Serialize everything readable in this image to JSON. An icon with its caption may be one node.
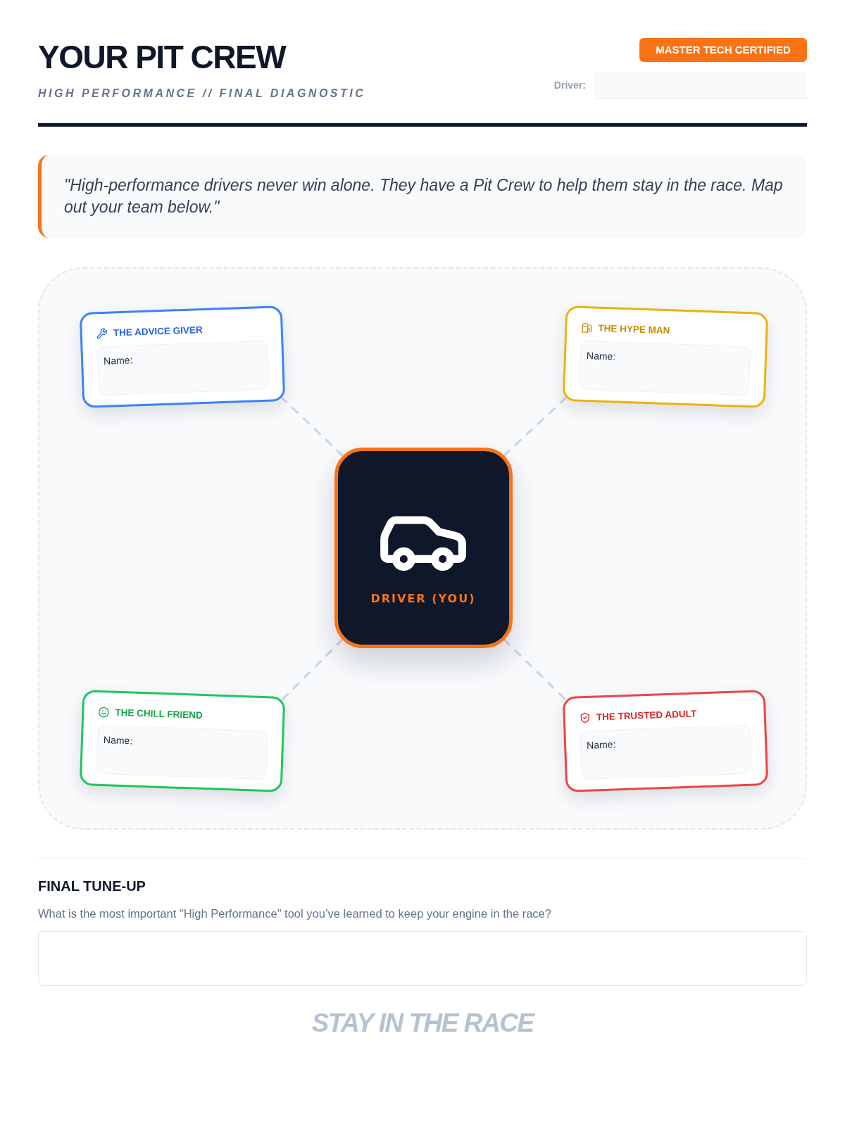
{
  "diagram": {
    "title": "YOUR PIT CREW",
    "nodes": [
      {
        "text": [
          "\"High-performance drivers never win alone. They have a Pit Crew to help them stay in the race. Map out your team below.\""
        ]
      },
      {
        "text": [],
        "shape": "box"
      },
      {
        "text": [
          "THE ADVICE GIVER",
          "Name:"
        ],
        "in": 1
      },
      {
        "text": [
          "THE HYPE MAN",
          "Name:"
        ],
        "in": 1
      },
      {
        "text": [
          "DRIVER (YOU)"
        ],
        "in": 1
      },
      {
        "text": [
          "THE CHILL FRIEND",
          "Name:"
        ],
        "in": 1
      },
      {
        "text": [
          "THE TRUSTED ADULT",
          "Name:"
        ],
        "in": 1
      }
    ],
    "edges": [
      {
        "from": 4,
        "to": 2,
        "arrow": "none",
        "style": "dashed"
      },
      {
        "from": 4,
        "to": 3,
        "arrow": "none",
        "style": "dashed"
      },
      {
        "from": 4,
        "to": 5,
        "arrow": "none",
        "style": "dashed"
      },
      {
        "from": 4,
        "to": 6,
        "arrow": "none",
        "style": "dashed"
      }
    ],
    "labels": [
      "HIGH PERFORMANCE // FINAL DIAGNOSTIC",
      "MASTER TECH CERTIFIED",
      "Driver:",
      "FINAL TUNE-UP",
      "What is the most important \"High Performance\" tool you’ve learned to keep your engine in the race?",
      "STAY IN THE RACE"
    ]
  }
}
